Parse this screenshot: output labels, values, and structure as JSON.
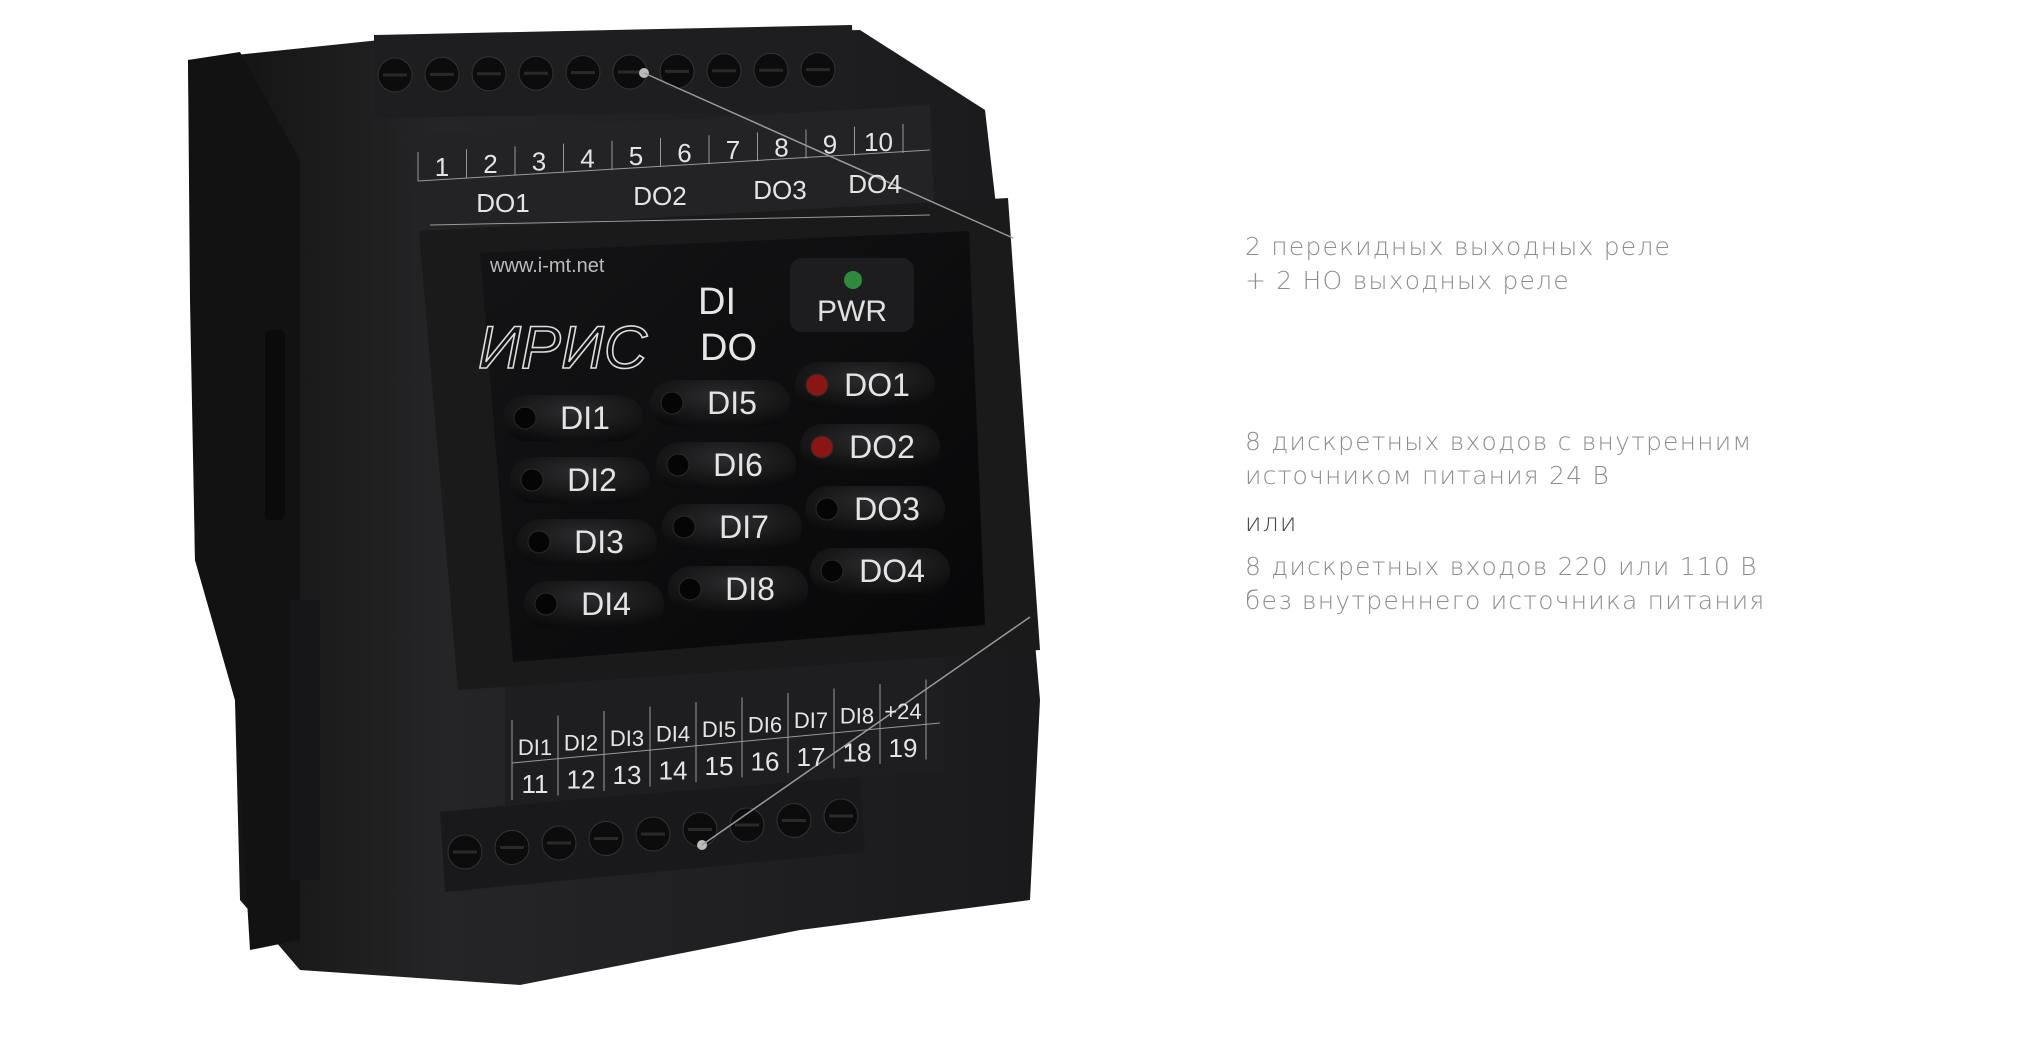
{
  "device": {
    "logo": "ИРИС",
    "model_line1": "DI",
    "model_line2": "DO",
    "url": "www.i-mt.net",
    "pwr_label": "PWR",
    "top_terminals": [
      "1",
      "2",
      "3",
      "4",
      "5",
      "6",
      "7",
      "8",
      "9",
      "10"
    ],
    "top_groups": [
      "DO1",
      "DO2",
      "DO3",
      "DO4"
    ],
    "di_leds": [
      "DI1",
      "DI2",
      "DI3",
      "DI4",
      "DI5",
      "DI6",
      "DI7",
      "DI8"
    ],
    "do_leds": [
      "DO1",
      "DO2",
      "DO3",
      "DO4"
    ],
    "bottom_labels": [
      "DI1",
      "DI2",
      "DI3",
      "DI4",
      "DI5",
      "DI6",
      "DI7",
      "DI8",
      "+24"
    ],
    "bottom_terminals": [
      "11",
      "12",
      "13",
      "14",
      "15",
      "16",
      "17",
      "18",
      "19"
    ],
    "colors": {
      "body": "#1c1c1e",
      "pwr_led": "#2e8a3a",
      "do_led_on": "#8a1515"
    }
  },
  "descriptions": {
    "outputs": [
      "2 перекидных выходных реле",
      "+ 2 НО выходных реле"
    ],
    "inputs_internal": [
      "8 дискретных входов с внутренним",
      "источником питания 24 В"
    ],
    "or": "или",
    "inputs_external": [
      "8 дискретных входов 220 или 110 В",
      "без внутреннего источника питания"
    ]
  }
}
